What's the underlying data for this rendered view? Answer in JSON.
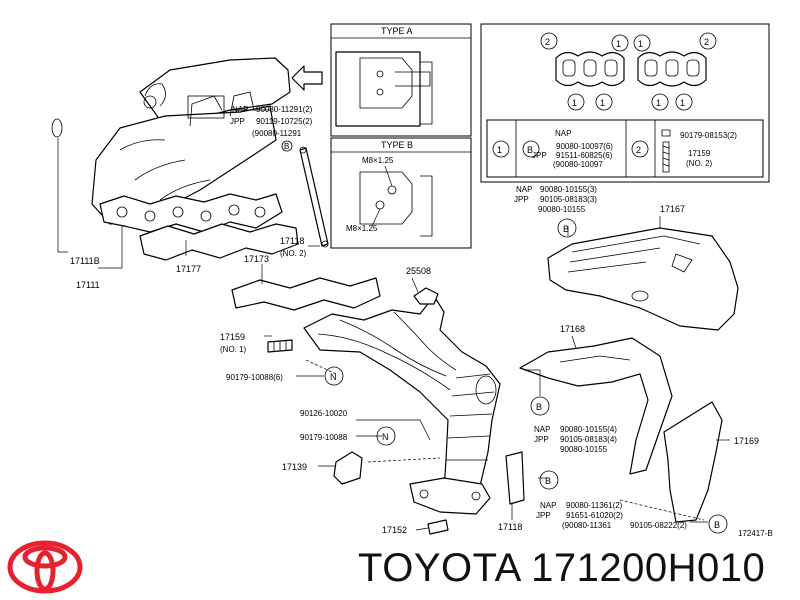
{
  "type_a": {
    "title": "TYPE A"
  },
  "type_b": {
    "title": "TYPE B",
    "bolt_top": "M8×1.25",
    "bolt_bottom": "M8×1.25"
  },
  "gasket_detail": {
    "top_markers": [
      "2",
      "1",
      "1",
      "2"
    ],
    "bottom_markers": [
      "1",
      "1",
      "1",
      "1"
    ],
    "table": {
      "marker1": "1",
      "b_symbol": "B",
      "nap": "NAP",
      "jpp": "JPP",
      "nap_val": "90080-10097(6)",
      "jpp_val": "91511-60825(6)",
      "alt_val": "(90080-10097",
      "marker2": "2",
      "r2_val1": "90179-08153(2)",
      "r2_part": "17159",
      "r2_no": "(NO. 2)"
    }
  },
  "labels": {
    "nap": "NAP",
    "jpp": "JPP",
    "top_nap": "90080-11291(2)",
    "top_jpp": "90119-10725(2)",
    "top_alt": "(90080-11291",
    "p17111b": "17111B",
    "p17111": "17111",
    "p17177": "17177",
    "p17118_no2": "17118",
    "no2": "(NO. 2)",
    "p17173": "17173",
    "p25508": "25508",
    "p17159": "17159",
    "no1": "(NO. 1)",
    "p90179_10088_6": "90179-10088(6)",
    "p90126": "90126-10020",
    "p90179_10088": "90179-10088",
    "p17139": "17139",
    "p17152": "17152",
    "p17118": "17118",
    "p17167": "17167",
    "p17168": "17168",
    "p17169": "17169",
    "mid_nap": "90080-10155(3)",
    "mid_jpp": "90105-08183(3)",
    "mid_alt": "90080-10155",
    "right_nap": "90080-10155(4)",
    "right_jpp": "90105-08183(4)",
    "right_alt": "90080-10155",
    "bot_nap": "90080-11361(2)",
    "bot_jpp": "91651-61020(2)",
    "bot_alt": "(90080-11361",
    "p90105": "90105-08222(2)",
    "diagram_id": "172417-B",
    "sym_b": "B",
    "sym_n": "N"
  },
  "footer": {
    "brand_text": "TOYOTA 171200H010"
  },
  "colors": {
    "logo": "#e8212e",
    "line": "#000000"
  }
}
